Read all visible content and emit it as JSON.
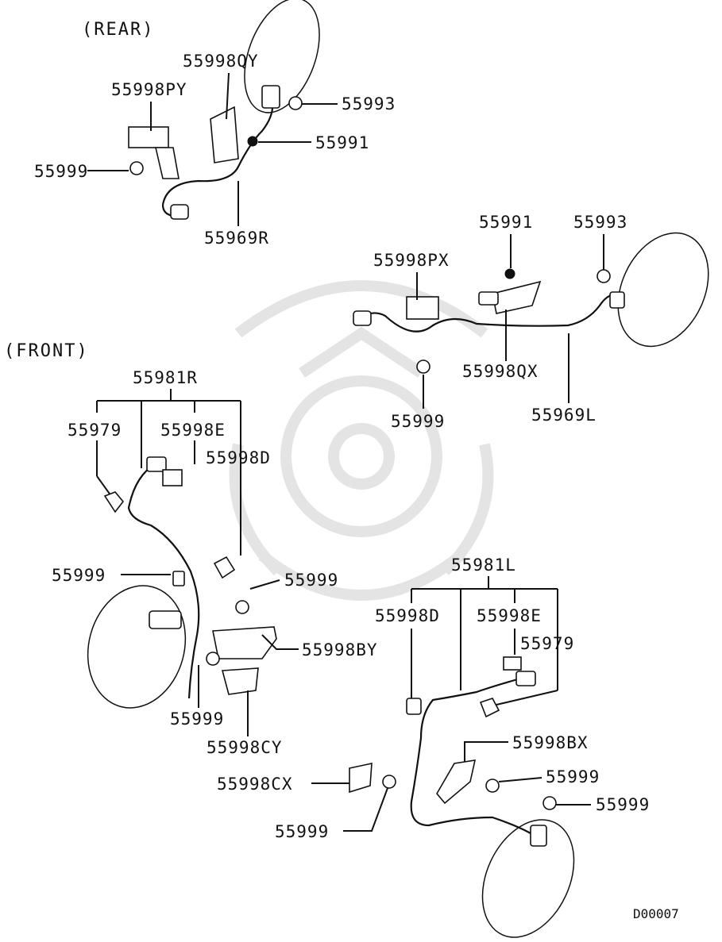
{
  "sections": {
    "rear": "(REAR)",
    "front": "(FRONT)"
  },
  "labels": {
    "r_55998qy": "55998QY",
    "r_55998py": "55998PY",
    "r_55993": "55993",
    "r_55991": "55991",
    "r_55999": "55999",
    "r_55969r": "55969R",
    "l_55991": "55991",
    "l_55993": "55993",
    "l_55998px": "55998PX",
    "l_55998qx": "55998QX",
    "l_55999": "55999",
    "l_55969l": "55969L",
    "fr_55981r": "55981R",
    "fr_55979": "55979",
    "fr_55998e": "55998E",
    "fr_55998d": "55998D",
    "fr_55999a": "55999",
    "fr_55999b": "55999",
    "fr_55998by": "55998BY",
    "fr_55999c": "55999",
    "fr_55998cy": "55998CY",
    "fl_55981l": "55981L",
    "fl_55998d": "55998D",
    "fl_55998e": "55998E",
    "fl_55979": "55979",
    "fl_55998bx": "55998BX",
    "fl_55999a": "55999",
    "fl_55999b": "55999",
    "fl_55998cx": "55998CX",
    "fl_55999c": "55999"
  },
  "diagram_code": "D00007"
}
